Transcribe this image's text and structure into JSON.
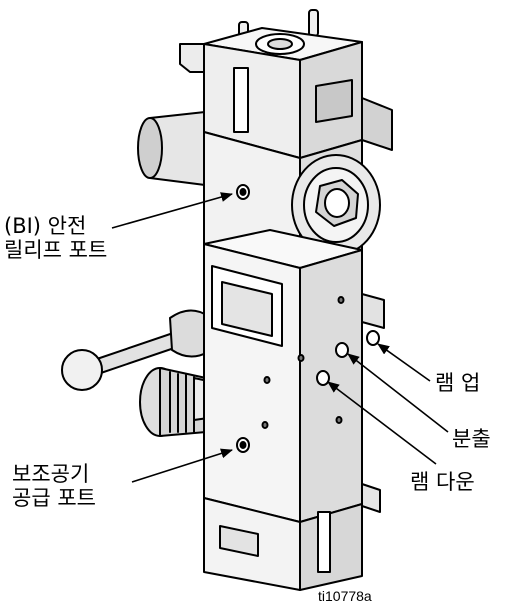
{
  "labels": {
    "safety_relief_port": {
      "line1": "(BI) 안전",
      "line2": "릴리프 포트"
    },
    "ram_up": "램 업",
    "dispense": "분출",
    "ram_down": "램 다운",
    "aux_air_supply_port": {
      "line1": "보조공기",
      "line2": "공급 포트"
    }
  },
  "figure_id": "ti10778a"
}
